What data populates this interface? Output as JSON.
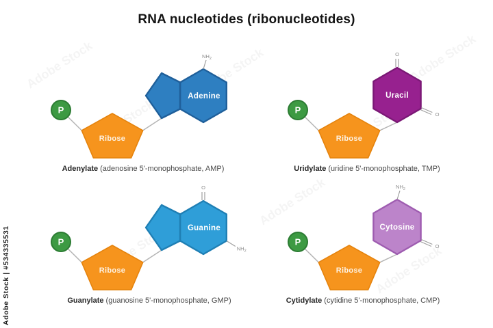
{
  "title": "RNA nucleotides (ribonucleotides)",
  "watermarks": {
    "sidebar": "Adobe Stock | #534335531",
    "tile": "Adobe Stock"
  },
  "phosphate_label": "P",
  "sugar_label": "Ribose",
  "atoms": {
    "amine": {
      "text": "NH",
      "sub": "2"
    },
    "oxygen": {
      "text": "O",
      "sub": ""
    }
  },
  "colors": {
    "phosphate_fill": "#3d9a43",
    "phosphate_stroke": "#2c7c33",
    "sugar_fill": "#f6941d",
    "sugar_stroke": "#e5830d",
    "bond": "#b4b4b4",
    "atom_bond": "#9e9e9e",
    "atom_label": "#8a8a8a",
    "shape_label": "#ffffff"
  },
  "nucleotides": [
    {
      "name": "Adenylate",
      "detail": "(adenosine 5'-monophosphate, AMP)",
      "base": "Adenine",
      "base_type": "purine",
      "fill": "#2e7fc1",
      "stroke": "#1f5f9a",
      "substituents": [
        {
          "atom": "amine",
          "position": "top",
          "bond": "single"
        }
      ]
    },
    {
      "name": "Uridylate",
      "detail": "(uridine 5'-monophosphate, TMP)",
      "base": "Uracil",
      "base_type": "pyrimidine",
      "fill": "#97218f",
      "stroke": "#7a1875",
      "substituents": [
        {
          "atom": "oxygen",
          "position": "top",
          "bond": "double"
        },
        {
          "atom": "oxygen",
          "position": "bottom-right",
          "bond": "double"
        }
      ]
    },
    {
      "name": "Guanylate",
      "detail": "(guanosine 5'-monophosphate, GMP)",
      "base": "Guanine",
      "base_type": "purine",
      "fill": "#2f9ed8",
      "stroke": "#1f7fb4",
      "substituents": [
        {
          "atom": "oxygen",
          "position": "top",
          "bond": "double"
        },
        {
          "atom": "amine",
          "position": "bottom-right",
          "bond": "single"
        }
      ]
    },
    {
      "name": "Cytidylate",
      "detail": "(cytidine 5'-monophosphate, CMP)",
      "base": "Cytosine",
      "base_type": "pyrimidine",
      "fill": "#bc84ca",
      "stroke": "#9e5cb0",
      "substituents": [
        {
          "atom": "amine",
          "position": "top",
          "bond": "single"
        },
        {
          "atom": "oxygen",
          "position": "bottom-right",
          "bond": "double"
        }
      ]
    }
  ]
}
